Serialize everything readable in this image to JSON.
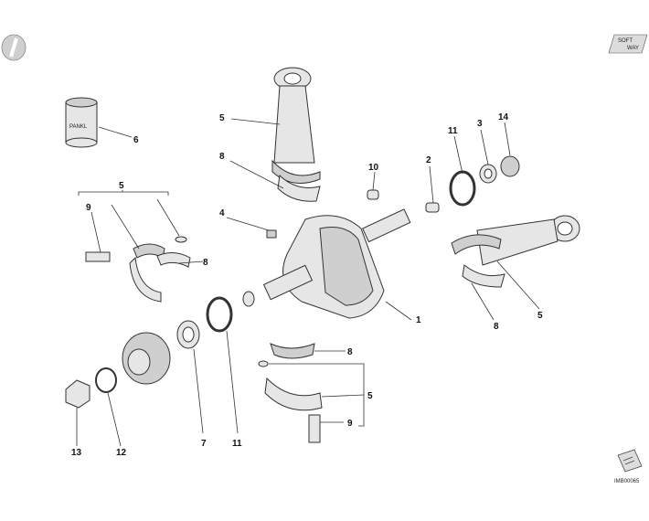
{
  "logo": {
    "line1": "SOFT",
    "line2": "WAY"
  },
  "jar_label": "PANKL",
  "image_code": "IMB00065",
  "callouts": {
    "c1": "1",
    "c2": "2",
    "c3": "3",
    "c4": "4",
    "c5a": "5",
    "c5b": "5",
    "c5c": "5",
    "c5d": "5",
    "c6": "6",
    "c7": "7",
    "c8a": "8",
    "c8b": "8",
    "c8c": "8",
    "c8d": "8",
    "c9a": "9",
    "c9b": "9",
    "c10": "10",
    "c11a": "11",
    "c11b": "11",
    "c12": "12",
    "c13": "13",
    "c14": "14"
  }
}
